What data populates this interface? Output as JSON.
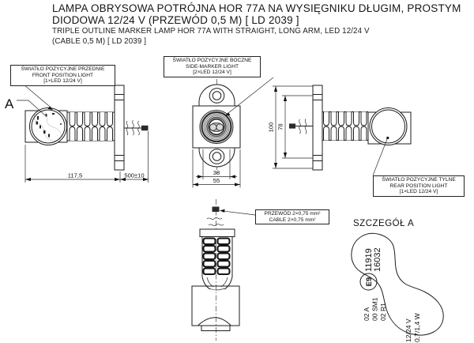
{
  "page": {
    "background": "#ffffff",
    "line_color": "#1c1c1c"
  },
  "title": {
    "line1_pl": "LAMPA OBRYSOWA POTRÓJNA HOR 77A NA WYSIĘGNIKU DŁUGIM, PROSTYM",
    "line2_pl": "DIODOWA 12/24 V (PRZEWÓD 0,5 M) [ LD 2039 ]",
    "line1_en": "TRIPLE OUTLINE MARKER LAMP HOR 77A WITH STRAIGHT, LONG ARM, LED 12/24 V",
    "line2_en": "(CABLE 0,5 M) [ LD 2039 ]"
  },
  "callouts": {
    "front": {
      "pl": "ŚWIATŁO POZYCYJNE PRZEDNIE",
      "en": "FRONT POSITION LIGHT",
      "spec": "[1×LED 12/24 V]"
    },
    "side": {
      "pl": "ŚWIATŁO POZYCYJNE BOCZNE",
      "en": "SIDE-MARKER LIGHT",
      "spec": "[2×LED 12/24 V]"
    },
    "rear": {
      "pl": "ŚWIATŁO POZYCYJNE TYLNE",
      "en": "REAR POSITION LIGHT",
      "spec": "[1×LED 12/24 V]"
    },
    "cable": {
      "pl": "PRZEWÓD 2×0,75 mm²",
      "en": "CABLE 2×0,75 mm²"
    }
  },
  "view_marker": "A",
  "dimensions": {
    "arm_length": "117,5",
    "cable_length": "500±10",
    "lens_width": "38",
    "housing_width": "55",
    "bracket_height": "100",
    "hole_spacing": "78"
  },
  "detail_a": {
    "heading": "SZCZEGÓŁ A",
    "e_mark": "E9",
    "approval_no_top": "11919",
    "approval_no_bottom": "16032",
    "code_line1": "02 A",
    "code_line2": "00 SM1",
    "code_line3": "02 R1",
    "voltage": "12/24 V",
    "power": "0,7/1,4 W"
  }
}
